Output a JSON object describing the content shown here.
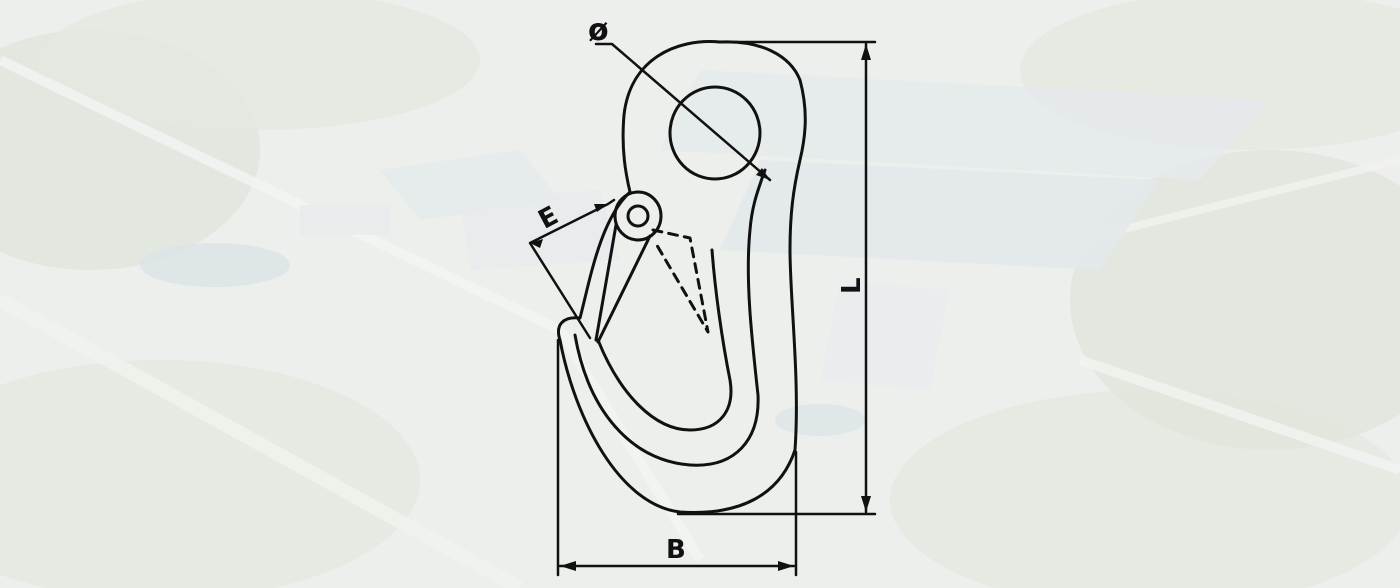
{
  "diagram": {
    "labels": {
      "diameter": "ø",
      "gate_opening": "E",
      "length": "L",
      "width": "B"
    }
  },
  "colors": {
    "line": "#111111",
    "backdrop_base": "#e9ece7",
    "backdrop_green": "#cfd8c8",
    "backdrop_roof": "#dfe4ea"
  }
}
